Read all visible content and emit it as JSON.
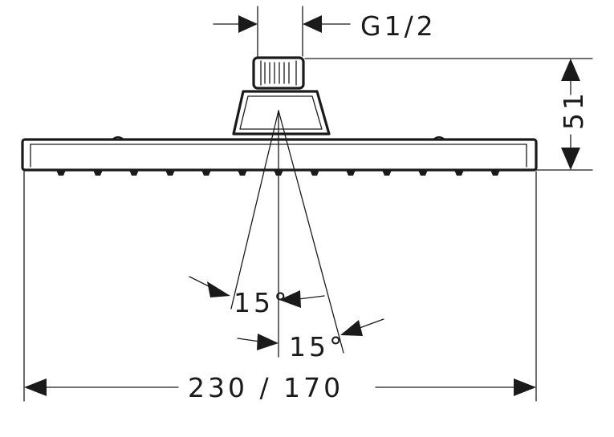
{
  "labels": {
    "thread": "G1/2",
    "height": "51",
    "angle_left": "15°",
    "angle_right": "15°",
    "width": "230 / 170"
  },
  "colors": {
    "line": "#1a1a1a",
    "background": "#ffffff"
  }
}
